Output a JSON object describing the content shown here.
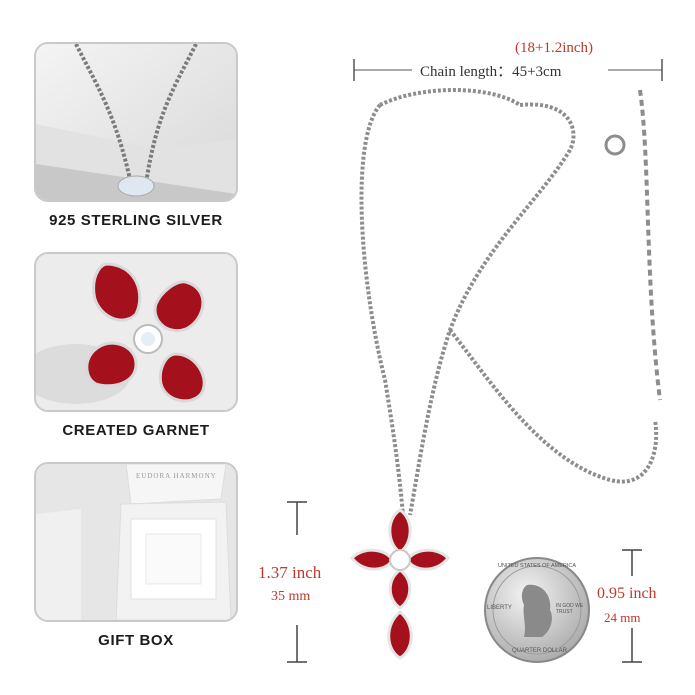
{
  "panels": [
    {
      "caption": "925 STERLING SILVER",
      "icon": "chain-closeup"
    },
    {
      "caption": "CREATED GARNET",
      "icon": "garnet-closeup"
    },
    {
      "caption": "GIFT BOX",
      "icon": "gift-box"
    }
  ],
  "gift_box": {
    "brand": "EUDORA HARMONY"
  },
  "chain": {
    "inch_label": "(18+1.2inch)",
    "length_label": "Chain length：45+3cm"
  },
  "pendant": {
    "inch": "1.37 inch",
    "mm": "35 mm"
  },
  "coin": {
    "inch": "0.95 inch",
    "mm": "24 mm",
    "top_text": "UNITED STATES OF AMERICA",
    "bottom_text": "QUARTER DOLLAR",
    "liberty": "LIBERTY",
    "motto": "IN GOD WE TRUST"
  },
  "colors": {
    "accent": "#c0392b",
    "garnet": "#a4101b",
    "silver": "#9a9a9a"
  }
}
